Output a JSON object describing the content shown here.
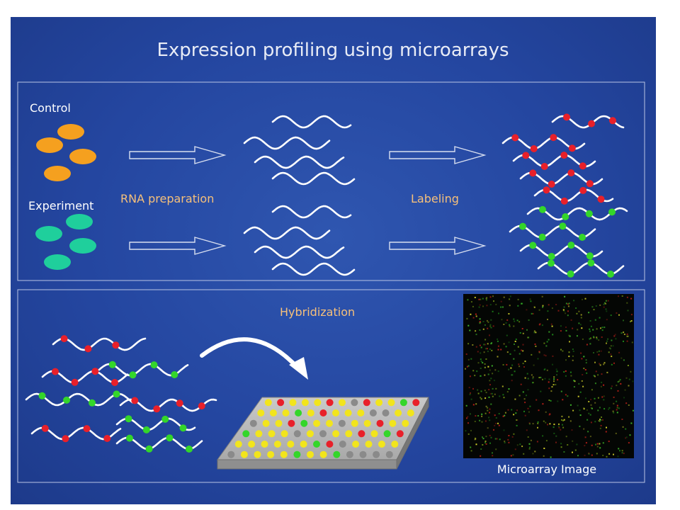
{
  "title": "Expression profiling using microarrays",
  "labels": {
    "control": "Control",
    "experiment": "Experiment",
    "rna_preparation": "RNA preparation",
    "labeling": "Labeling",
    "hybridization": "Hybridization",
    "microarray_image": "Microarray Image"
  },
  "colors": {
    "control": "#f5a01f",
    "experiment": "#1fcf9c",
    "label_red": "#e8202a",
    "label_green": "#34d62a",
    "spot_yellow": "#f2e51c",
    "spot_gray": "#8a8a8a",
    "title_text": "#e8ecf6",
    "step_label": "#f6c07a"
  }
}
